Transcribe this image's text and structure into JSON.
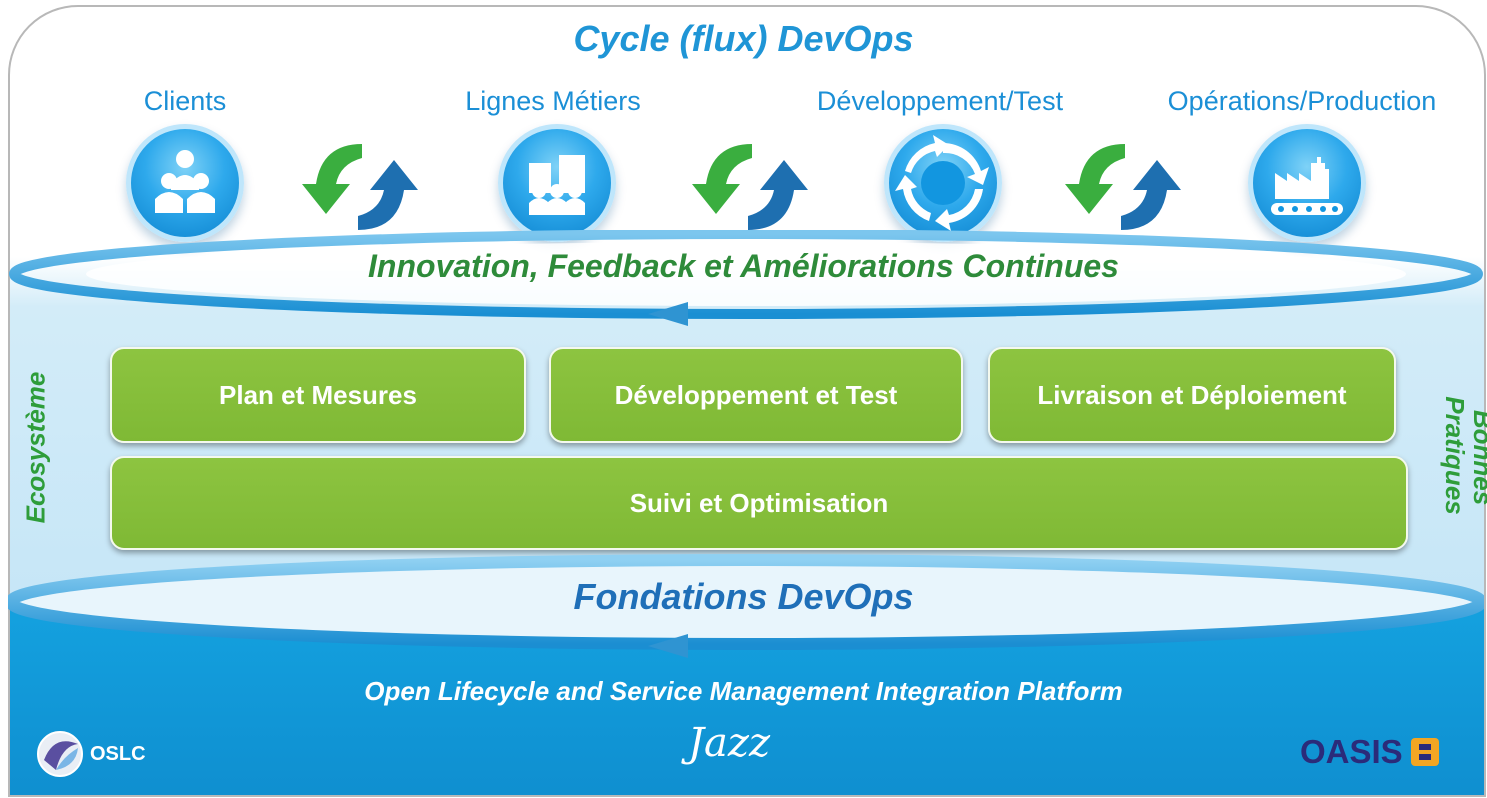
{
  "title": "Cycle (flux) DevOps",
  "columns": [
    "Clients",
    "Lignes Métiers",
    "Développement/Test",
    "Opérations/Production"
  ],
  "icons": [
    "clients-icon",
    "business-lines-icon",
    "dev-test-cycle-icon",
    "factory-icon",
    "sync-arrows-icon"
  ],
  "ring_top": "Innovation, Feedback et Améliorations Continues",
  "ring_bottom": "Fondations DevOps",
  "boxes": {
    "plan": "Plan et Mesures",
    "dev": "Développement et Test",
    "delivery": "Livraison et Déploiement",
    "monitor": "Suivi et Optimisation"
  },
  "side_left": "Ecosystème",
  "side_right_line1": "Bonnes",
  "side_right_line2": "Pratiques",
  "platform": "Open Lifecycle and Service Management Integration Platform",
  "logos": {
    "oslc": "OSLC",
    "jazz": "Jazz",
    "oasis": "OASIS"
  },
  "colors": {
    "blue": "#1f95d6",
    "green_box": "#84bd3a",
    "green_text": "#2e9d3a",
    "footer_blue": "#14a1df"
  }
}
